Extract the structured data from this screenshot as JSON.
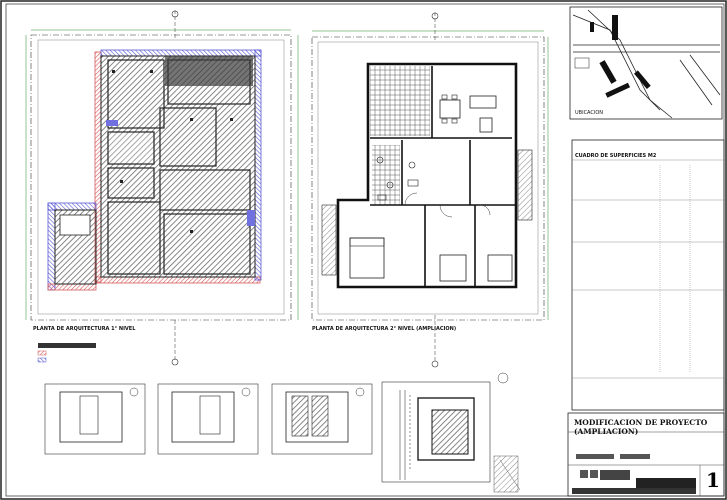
{
  "colors": {
    "line": "#1a1a1a",
    "hatch": "#6e6e6e",
    "demolish_red": "#d65a5a",
    "extend_blue": "#5a5ad6",
    "dim_green": "#2a8a2a",
    "blue_text": "#1f2fbf"
  },
  "plans": {
    "first_floor": {
      "title": "PLANTA DE ARQUITECTURA 1° NIVEL"
    },
    "second_floor": {
      "title": "PLANTA DE ARQUITECTURA 2° NIVEL (AMPLIACION)"
    }
  },
  "location": {
    "label": "UBICACION"
  },
  "surfaces": {
    "title": "CUADRO DE SUPERFICIES M2"
  },
  "title_block": {
    "project_title": "MODIFICACION DE PROYECTO (AMPLIACION)",
    "sheet_number": "1"
  }
}
